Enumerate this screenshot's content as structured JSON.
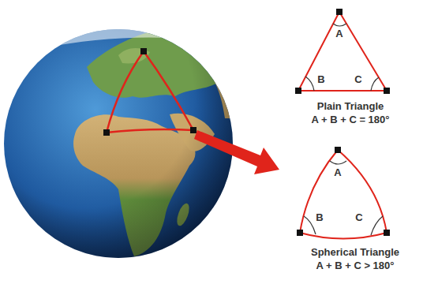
{
  "diagram": {
    "labels": [
      "A",
      "B",
      "C",
      "Plain Triangle",
      "A + B + C = 180°",
      "A",
      "B",
      "C",
      "Spherical Triangle",
      "A + B + C > 180°"
    ]
  }
}
